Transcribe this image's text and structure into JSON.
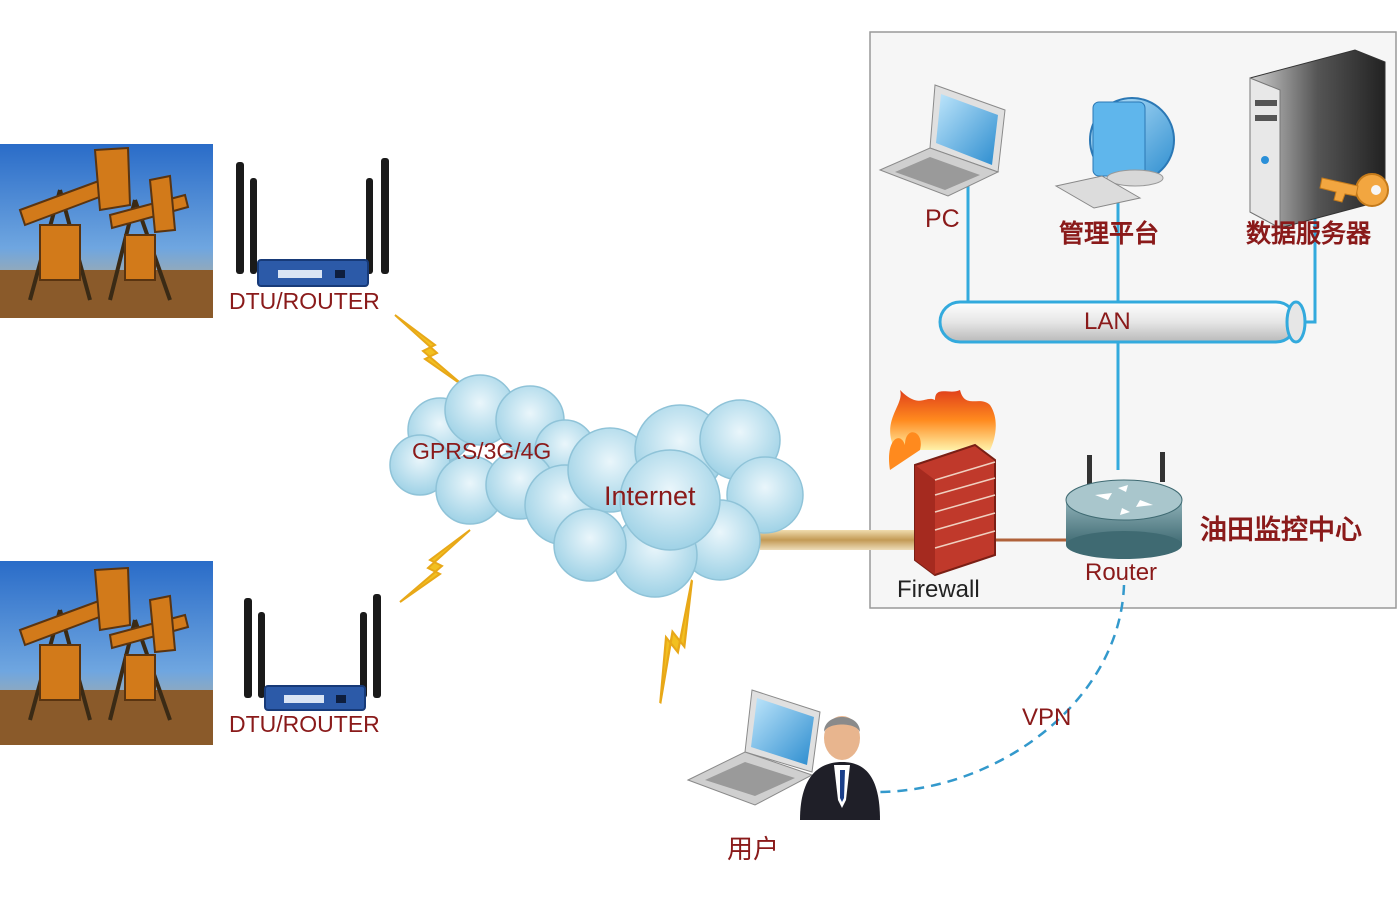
{
  "labels": {
    "dtu_top": "DTU/ROUTER",
    "dtu_bottom": "DTU/ROUTER",
    "gprs": "GPRS/3G/4G",
    "internet": "Internet",
    "pc": "PC",
    "mgmt_platform": "管理平台",
    "data_server": "数据服务器",
    "lan": "LAN",
    "firewall": "Firewall",
    "router": "Router",
    "center": "油田监控中心",
    "vpn": "VPN",
    "user": "用户"
  },
  "icons": {
    "oil_field_photo": "oil-pumpjack-photo",
    "dtu_router": "4g-router-device",
    "cloud": "cloud-icon",
    "laptop": "laptop-icon",
    "desktop": "crt-computer-icon",
    "server": "server-tower-icon",
    "key": "key-icon",
    "firewall": "firewall-icon",
    "router": "router-icon",
    "user": "businessman-icon",
    "lightning": "lightning-bolt-icon"
  },
  "colors": {
    "label_text": "#8a1a1a",
    "link_line": "#33aadd",
    "vpn_line": "#3399cc",
    "lightning": "#f2c020",
    "wan_link": "#c9a56a",
    "frame_border": "#999999"
  }
}
